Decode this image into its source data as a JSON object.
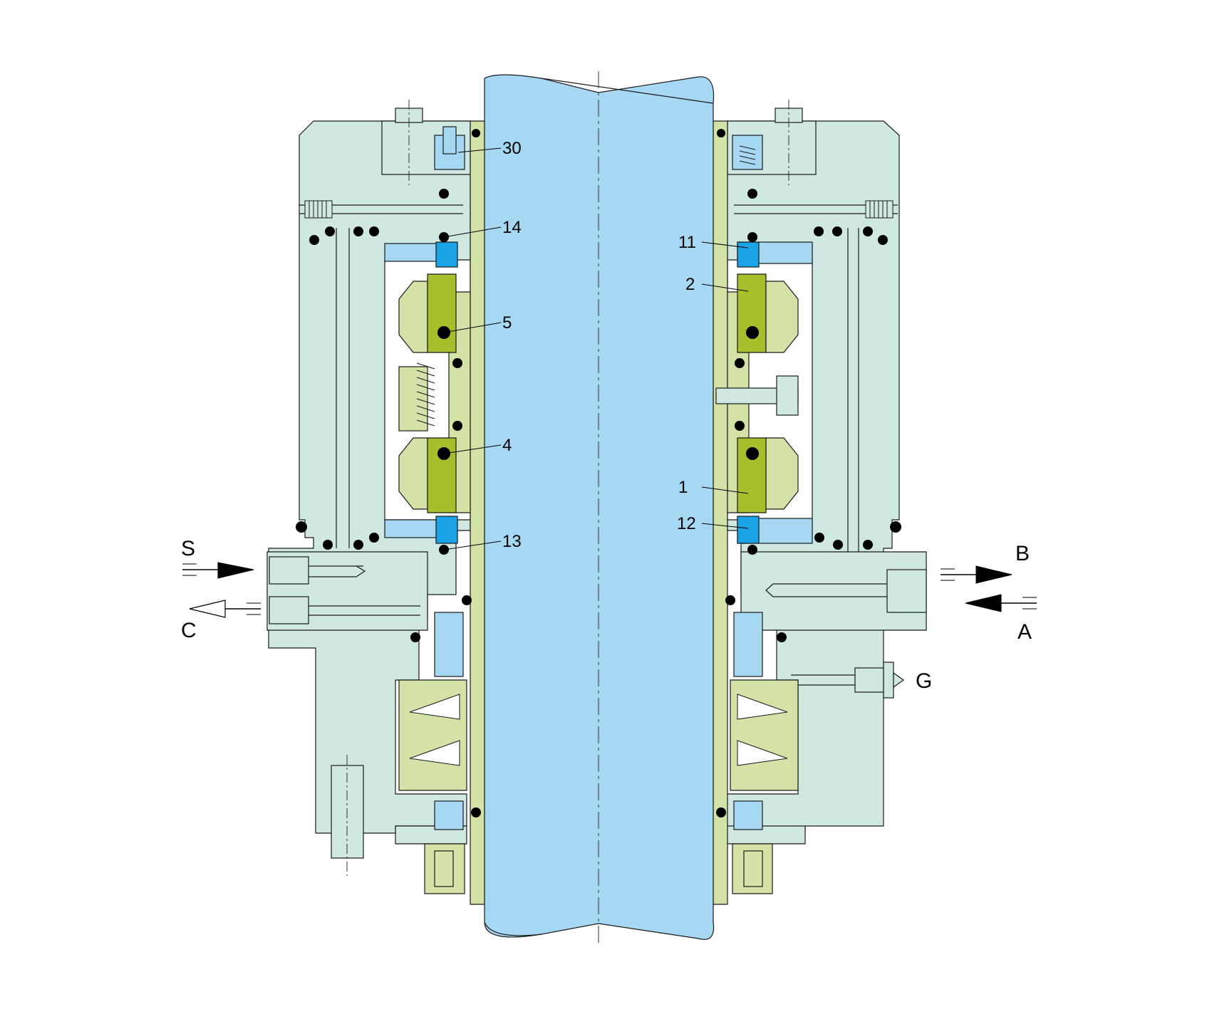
{
  "diagram": {
    "colors": {
      "housing": "#cfe8e1",
      "shaft": "#a6d8f4",
      "sleeve": "#d3e3a8",
      "face_ring": "#a8bf2c",
      "seat_dark": "#1aa3e6",
      "seat_light": "#a6d8f4",
      "bearing": "#d3e3a8",
      "oring": "#000000"
    },
    "callouts": {
      "c30": "30",
      "c14": "14",
      "c5": "5",
      "c4": "4",
      "c13": "13",
      "c11": "11",
      "c2": "2",
      "c1": "1",
      "c12": "12"
    },
    "ports": {
      "s": "S",
      "c": "C",
      "b": "B",
      "a": "A",
      "g": "G"
    }
  }
}
